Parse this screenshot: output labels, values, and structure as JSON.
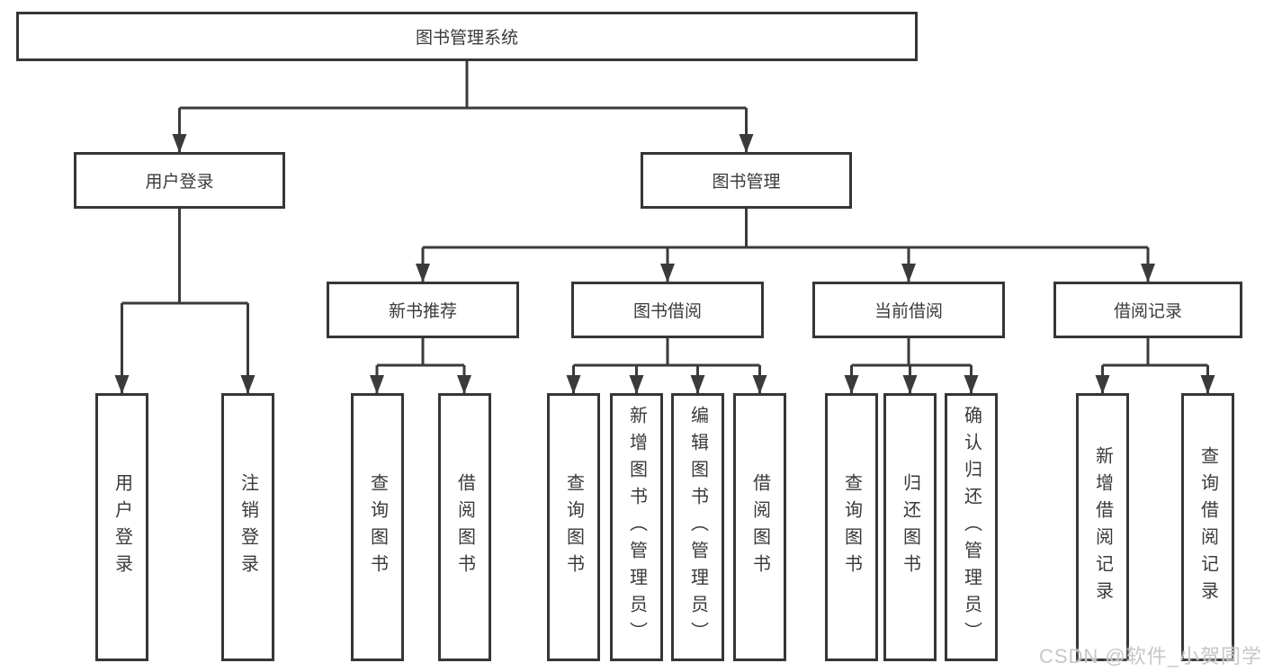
{
  "tree": {
    "label": "图书管理系统",
    "children": [
      {
        "label": "用户登录",
        "children": [
          {
            "label": "用户登录"
          },
          {
            "label": "注销登录"
          }
        ]
      },
      {
        "label": "图书管理",
        "children": [
          {
            "label": "新书推荐",
            "children": [
              {
                "label": "查询图书"
              },
              {
                "label": "借阅图书"
              }
            ]
          },
          {
            "label": "图书借阅",
            "children": [
              {
                "label": "查询图书"
              },
              {
                "label": "新增图书（管理员）"
              },
              {
                "label": "编辑图书（管理员）"
              },
              {
                "label": "借阅图书"
              }
            ]
          },
          {
            "label": "当前借阅",
            "children": [
              {
                "label": "查询图书"
              },
              {
                "label": "归还图书"
              },
              {
                "label": "确认归还（管理员）"
              }
            ]
          },
          {
            "label": "借阅记录",
            "children": [
              {
                "label": "新增借阅记录"
              },
              {
                "label": "查询借阅记录"
              }
            ]
          }
        ]
      }
    ]
  },
  "watermark": {
    "text": "CSDN @软件_小贺同学",
    "color": "#c7c7c7"
  },
  "colors": {
    "background": "#ffffff",
    "line": "#3b3b3b",
    "box_border": "#363636",
    "box_fill": "#ffffff",
    "text": "#3a3a3a"
  }
}
